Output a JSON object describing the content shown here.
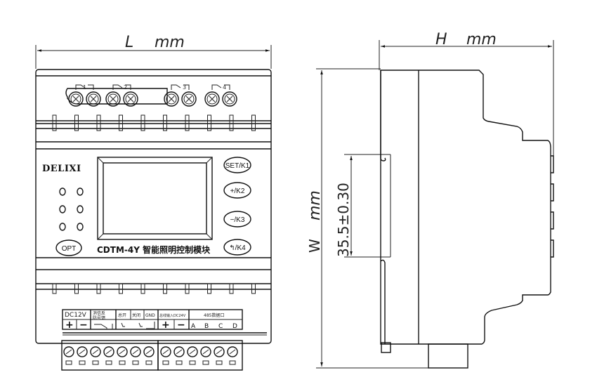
{
  "front_view": {
    "width_dimension": {
      "label": "L",
      "unit": "mm"
    },
    "brand": "DELIXI",
    "model_label": "CDTM-4Y 智能照明控制模块",
    "relay_channels": [
      "1",
      "2",
      "3",
      "4"
    ],
    "buttons": {
      "opt": "OPT",
      "k1": "SET/K1",
      "k2": "+/K2",
      "k3": "−/K3",
      "k4": "↰/K4"
    },
    "led_count": 6,
    "terminal_labels": {
      "dc12v": "DC12V",
      "dc_plus": "+",
      "dc_minus": "−",
      "fire": "消 信 反\n防 号 馈",
      "fire_top": "消信反",
      "fire_bottom": "防号馈",
      "total": "总开",
      "off": "关闭",
      "gnd": "GND",
      "bus": "总线输入DC24V",
      "bus_plus": "+",
      "bus_minus": "−",
      "rs485": "485数据口",
      "a": "A",
      "b": "B",
      "c": "C",
      "d": "D"
    },
    "bottom_screw_count_left": 7,
    "bottom_screw_count_right": 6
  },
  "side_view": {
    "depth_dimension": {
      "label": "H",
      "unit": "mm"
    },
    "height_dimension": {
      "label": "W",
      "unit": "mm"
    },
    "rail_dimension": "35.5±0.30"
  }
}
